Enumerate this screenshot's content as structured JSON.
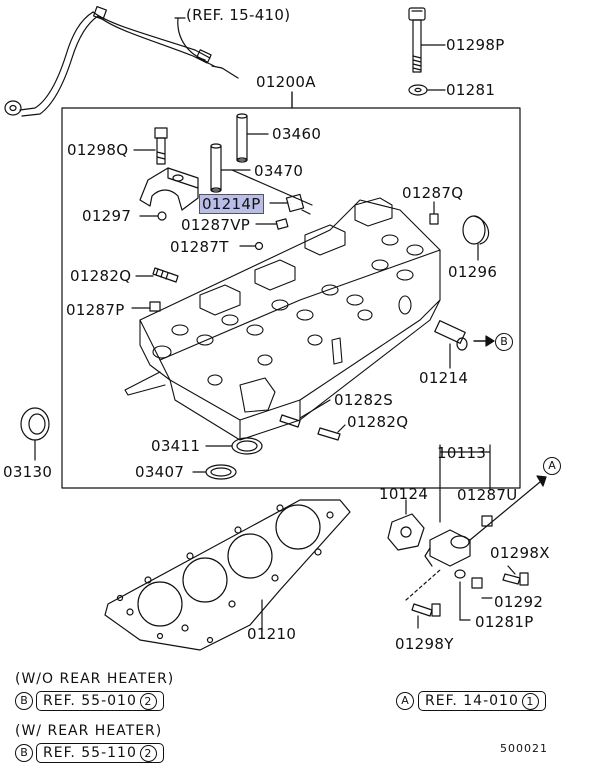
{
  "ref_top": "REF. 15-410",
  "parts": {
    "p01298P": "01298P",
    "p01281": "01281",
    "p01200A": "01200A",
    "p01298Q": "01298Q",
    "p03460": "03460",
    "p03470": "03470",
    "p01214P": "01214P",
    "p01287Q_top": "01287Q",
    "p01297": "01297",
    "p01287VP": "01287VP",
    "p01287T": "01287T",
    "p01296": "01296",
    "p01282Q_left": "01282Q",
    "p01287P": "01287P",
    "p01214": "01214",
    "p01282S": "01282S",
    "p01282Q_bottom": "01282Q",
    "p03411": "03411",
    "p03130": "03130",
    "p03407": "03407",
    "p10113": "10113",
    "p10124": "10124",
    "p01287U": "01287U",
    "p01298X": "01298X",
    "p01292": "01292",
    "p01281P": "01281P",
    "p01210": "01210",
    "p01298Y": "01298Y"
  },
  "callouts": {
    "b": "B",
    "a": "A"
  },
  "notes": {
    "wo_rear_heater": "(W/O  REAR  HEATER)",
    "w_rear_heater": "(W/  REAR  HEATER)",
    "ref_b1": "REF. 55-010",
    "ref_b1_circle": "2",
    "ref_b2": "REF. 55-110",
    "ref_b2_circle": "2",
    "ref_a": "REF. 14-010",
    "ref_a_circle": "1",
    "b_marker": "B",
    "a_marker": "A"
  },
  "diagram_code": "500021",
  "highlight_color": "#b9bde8"
}
